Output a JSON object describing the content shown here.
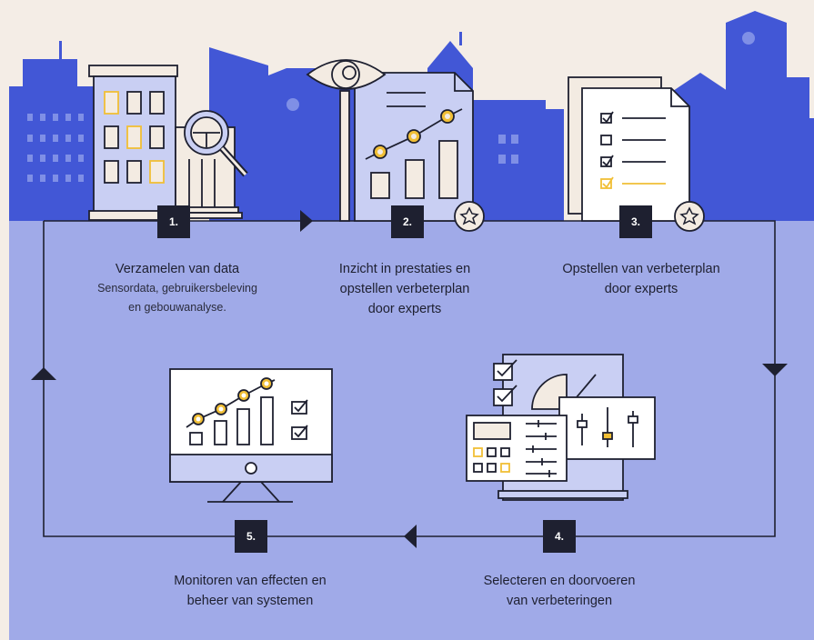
{
  "colors": {
    "background": "#f4ede6",
    "panel": "#a0aae8",
    "skyline": "#4257d6",
    "line": "#1e2030",
    "accent": "#f1bf36",
    "light_fill": "#c9cff3",
    "paper": "#ffffff",
    "cream": "#f3ebe2"
  },
  "steps": [
    {
      "number": "1.",
      "title": "Verzamelen van data",
      "subtitle_line1": "Sensordata, gebruikersbeleving",
      "subtitle_line2": "en gebouwanalyse.",
      "icon": "building-magnifier-icon"
    },
    {
      "number": "2.",
      "title_line1": "Inzicht in prestaties en",
      "title_line2": "opstellen verbeterplan",
      "title_line3": "door experts",
      "icon": "report-eye-icon"
    },
    {
      "number": "3.",
      "title_line1": "Opstellen van verbeterplan",
      "title_line2": "door experts",
      "icon": "checklist-icon"
    },
    {
      "number": "4.",
      "title_line1": "Selecteren en doorvoeren",
      "title_line2": "van verbeteringen",
      "icon": "control-panel-icon"
    },
    {
      "number": "5.",
      "title_line1": "Monitoren van effecten en",
      "title_line2": "beheer van systemen",
      "icon": "monitor-chart-icon"
    }
  ],
  "flow_arrows": [
    "arrow-right-icon",
    "arrow-down-icon",
    "arrow-left-icon",
    "arrow-up-icon"
  ]
}
